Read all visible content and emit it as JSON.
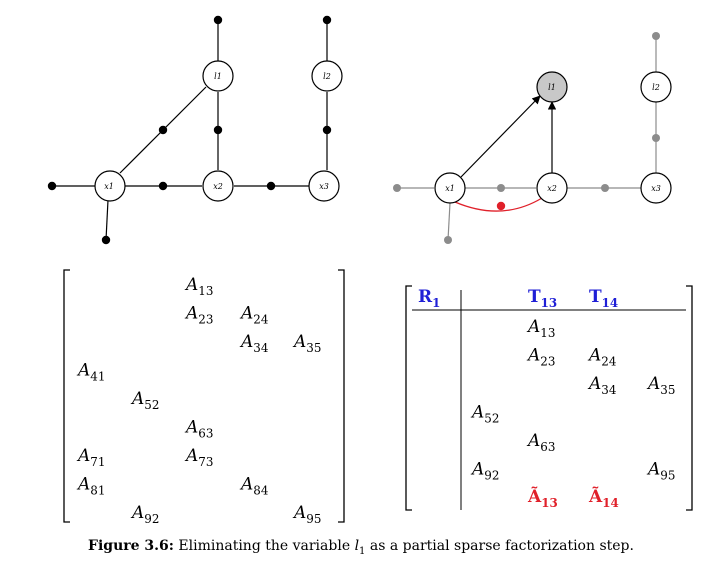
{
  "left_graph": {
    "variables": [
      "x1",
      "x2",
      "x3"
    ],
    "landmarks": [
      "l1",
      "l2"
    ]
  },
  "right_graph": {
    "variables": [
      "x1",
      "x2",
      "x3"
    ],
    "landmarks": [
      "l1",
      "l2"
    ]
  },
  "left_matrix": {
    "cells": [
      {
        "row": 1,
        "col": 3,
        "base": "A",
        "sub": "13"
      },
      {
        "row": 2,
        "col": 3,
        "base": "A",
        "sub": "23"
      },
      {
        "row": 2,
        "col": 4,
        "base": "A",
        "sub": "24"
      },
      {
        "row": 3,
        "col": 4,
        "base": "A",
        "sub": "34"
      },
      {
        "row": 3,
        "col": 5,
        "base": "A",
        "sub": "35"
      },
      {
        "row": 4,
        "col": 1,
        "base": "A",
        "sub": "41"
      },
      {
        "row": 5,
        "col": 2,
        "base": "A",
        "sub": "52"
      },
      {
        "row": 6,
        "col": 3,
        "base": "A",
        "sub": "63"
      },
      {
        "row": 7,
        "col": 1,
        "base": "A",
        "sub": "71"
      },
      {
        "row": 7,
        "col": 3,
        "base": "A",
        "sub": "73"
      },
      {
        "row": 8,
        "col": 1,
        "base": "A",
        "sub": "81"
      },
      {
        "row": 8,
        "col": 4,
        "base": "A",
        "sub": "84"
      },
      {
        "row": 9,
        "col": 2,
        "base": "A",
        "sub": "92"
      },
      {
        "row": 9,
        "col": 5,
        "base": "A",
        "sub": "95"
      }
    ]
  },
  "right_matrix": {
    "header": [
      {
        "col": 1,
        "base": "R",
        "sub": "1",
        "color": "#1f1fd6"
      },
      {
        "col": 3,
        "base": "T",
        "sub": "13",
        "color": "#1f1fd6"
      },
      {
        "col": 4,
        "base": "T",
        "sub": "14",
        "color": "#1f1fd6"
      }
    ],
    "cells": [
      {
        "row": 1,
        "col": 3,
        "base": "A",
        "sub": "13"
      },
      {
        "row": 2,
        "col": 3,
        "base": "A",
        "sub": "23"
      },
      {
        "row": 2,
        "col": 4,
        "base": "A",
        "sub": "24"
      },
      {
        "row": 3,
        "col": 4,
        "base": "A",
        "sub": "34"
      },
      {
        "row": 3,
        "col": 5,
        "base": "A",
        "sub": "35"
      },
      {
        "row": 4,
        "col": 2,
        "base": "A",
        "sub": "52"
      },
      {
        "row": 5,
        "col": 3,
        "base": "A",
        "sub": "63"
      },
      {
        "row": 6,
        "col": 2,
        "base": "A",
        "sub": "92"
      },
      {
        "row": 6,
        "col": 5,
        "base": "A",
        "sub": "95"
      }
    ],
    "fill_in": [
      {
        "col": 3,
        "base": "Ã",
        "sub": "13",
        "color": "#e0202a"
      },
      {
        "col": 4,
        "base": "Ã",
        "sub": "14",
        "color": "#e0202a"
      }
    ]
  },
  "caption": {
    "label": "Figure 3.6:",
    "text_before": "Eliminating the variable",
    "var": "l",
    "var_sub": "1",
    "text_after": "as a partial sparse factorization step."
  },
  "colors": {
    "eliminated_fill": "#c8c8c8",
    "fill_edge": "#e0202a",
    "header_blue": "#1f1fd6",
    "faded": "#8c8c8c"
  }
}
